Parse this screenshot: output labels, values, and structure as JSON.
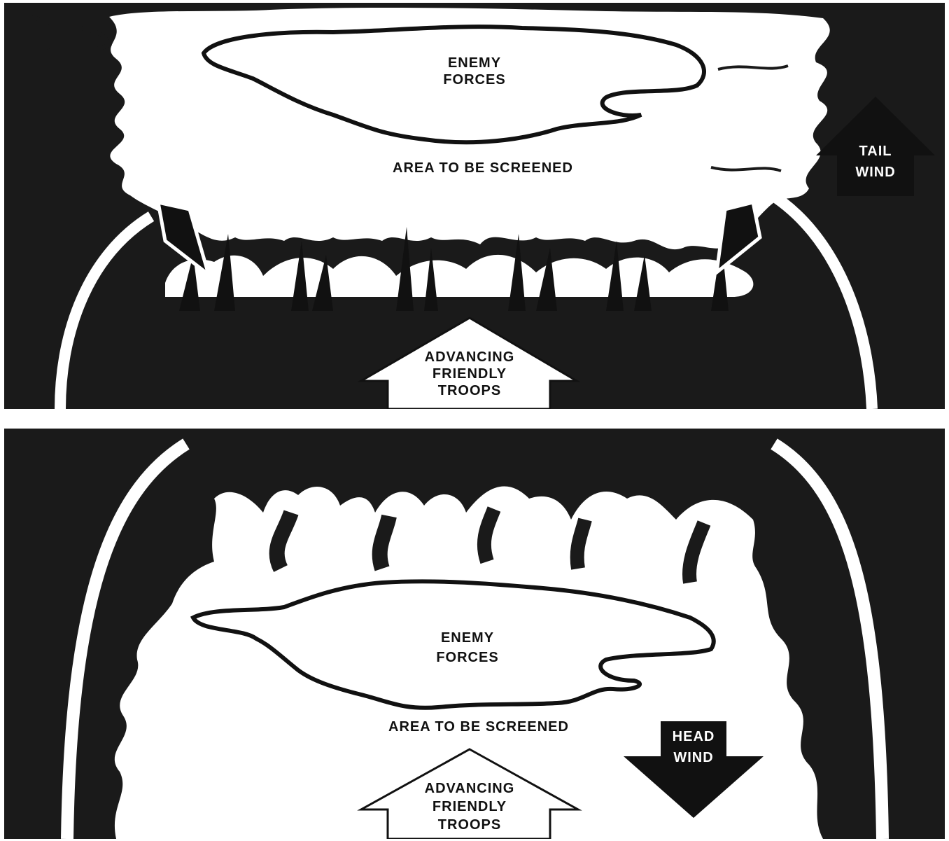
{
  "figure": {
    "top_panel": {
      "wind_label_line1": "TAIL",
      "wind_label_line2": "WIND",
      "enemy_label_line1": "ENEMY",
      "enemy_label_line2": "FORCES",
      "area_label": "AREA TO BE SCREENED",
      "troops_label_line1": "ADVANCING",
      "troops_label_line2": "FRIENDLY",
      "troops_label_line3": "TROOPS",
      "wind_direction": "up"
    },
    "bottom_panel": {
      "wind_label_line1": "HEAD",
      "wind_label_line2": "WIND",
      "enemy_label_line1": "ENEMY",
      "enemy_label_line2": "FORCES",
      "area_label": "AREA TO BE SCREENED",
      "troops_label_line1": "ADVANCING",
      "troops_label_line2": "FRIENDLY",
      "troops_label_line3": "TROOPS",
      "wind_direction": "down"
    }
  },
  "colors": {
    "background": "#1a1a1a",
    "smoke": "#ffffff",
    "outline": "#111111"
  }
}
